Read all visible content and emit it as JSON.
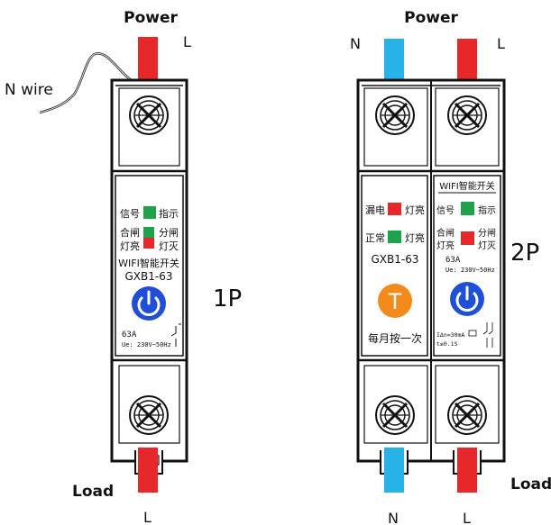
{
  "left": {
    "power_label": "Power",
    "line_label": "L",
    "n_wire_label": "N wire",
    "load_label": "Load",
    "load_line_label": "L",
    "pole_label": "1P",
    "panel": {
      "signal_text": "信号",
      "indicator_text": "指示",
      "close_text_1": "合闸",
      "close_text_2": "灯亮",
      "open_text_1": "分闸",
      "open_text_2": "灯灭",
      "brand_text": "WIFI智能开关",
      "model_text": "GXB1-63",
      "rating_text": "63A",
      "voltage_text": "Ue: 230V~50Hz"
    }
  },
  "right": {
    "power_label": "Power",
    "neutral_label": "N",
    "line_label": "L",
    "load_label": "Load",
    "load_neutral_label": "N",
    "load_line_label": "L",
    "pole_label": "2P",
    "rcd_panel": {
      "leak_text": "漏电",
      "leak_light_text": "灯亮",
      "normal_text": "正常",
      "normal_light_text": "灯亮",
      "model_text": "GXB1-63",
      "test_button_text": "T",
      "monthly_text": "每月按一次"
    },
    "switch_panel": {
      "brand_text": "WIFI智能开关",
      "signal_text": "信号",
      "indicator_text": "指示",
      "close_text_1": "合闸",
      "close_text_2": "灯亮",
      "open_text_1": "分闸",
      "open_text_2": "灯灭",
      "rating_text": "63A",
      "voltage_text": "Ue: 230V~50Hz",
      "leak_current_text": "IΔn=30mA",
      "trip_time_text": "t≤0.1S"
    }
  },
  "colors": {
    "line_wire": "#e8272b",
    "neutral_wire": "#27b3e8",
    "led_green": "#1fa34a",
    "led_red": "#e8272b",
    "power_button": "#1f4fd6",
    "test_button": "#f28a1c",
    "outline": "#111111"
  }
}
